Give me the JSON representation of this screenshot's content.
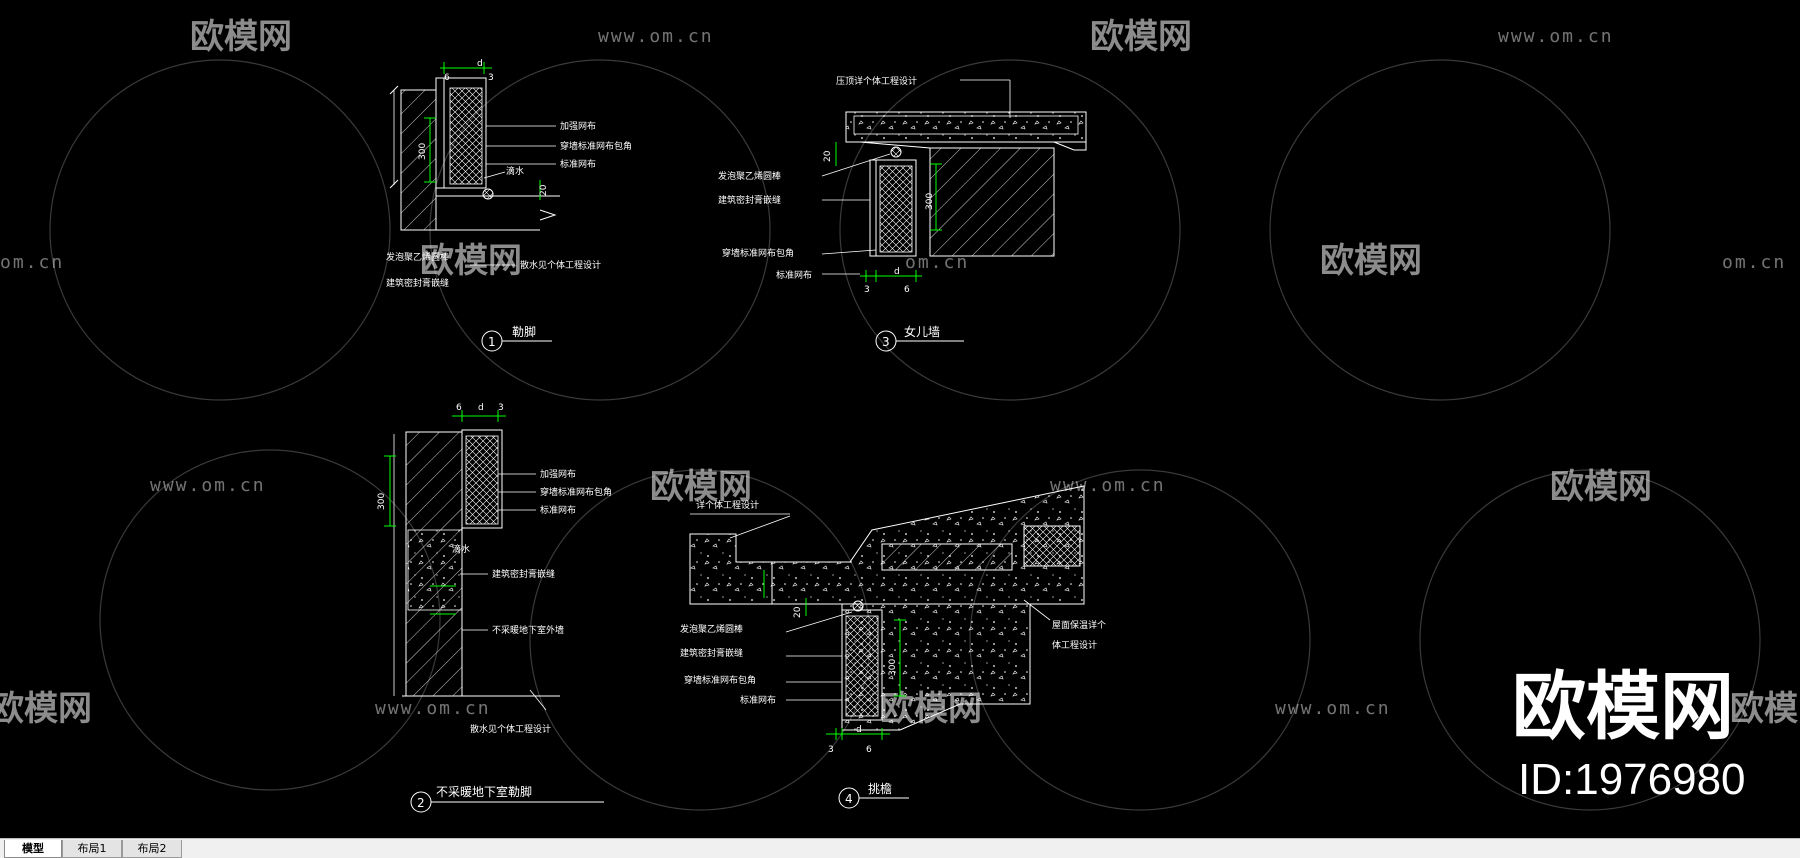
{
  "watermark": {
    "brand_cn": "欧模网",
    "url": "www.om.cn",
    "url_short": "om.cn",
    "brand_large": "欧模网",
    "id_text": "ID:1976980"
  },
  "drawing": {
    "detail1": {
      "number": "1",
      "title": "勒脚",
      "dims": {
        "d": "d",
        "left": "6",
        "right": "3",
        "h300": "300",
        "h20": "20"
      },
      "labels": [
        "加强网布",
        "穿墙标准网布包角",
        "标准网布",
        "滴水",
        "发泡聚乙烯圆棒",
        "建筑密封膏嵌缝",
        "散水见个体工程设计"
      ]
    },
    "detail2": {
      "number": "2",
      "title": "不采暖地下室勒脚",
      "dims": {
        "d": "d",
        "left": "6",
        "right": "3",
        "h300": "300"
      },
      "labels": [
        "加强网布",
        "穿墙标准网布包角",
        "标准网布",
        "滴水",
        "建筑密封膏嵌缝",
        "不采暖地下室外墙",
        "散水见个体工程设计"
      ]
    },
    "detail3": {
      "number": "3",
      "title": "女儿墙",
      "dims": {
        "d": "d",
        "left": "3",
        "right": "6",
        "h300": "300",
        "h20": "20"
      },
      "labels": [
        "压顶详个体工程设计",
        "发泡聚乙烯圆棒",
        "建筑密封膏嵌缝",
        "穿墙标准网布包角",
        "标准网布"
      ]
    },
    "detail4": {
      "number": "4",
      "title": "挑檐",
      "dims": {
        "d": "d",
        "left": "3",
        "right": "6",
        "h300": "300",
        "h20": "20"
      },
      "labels": [
        "详个体工程设计",
        "发泡聚乙烯圆棒",
        "建筑密封膏嵌缝",
        "穿墙标准网布包角",
        "标准网布",
        "屋面保温详个",
        "体工程设计"
      ]
    }
  },
  "tabs": [
    {
      "label": "模型",
      "active": true
    },
    {
      "label": "布局1",
      "active": false
    },
    {
      "label": "布局2",
      "active": false
    }
  ],
  "colors": {
    "background": "#000000",
    "line": "#ffffff",
    "dimension": "#00ff00",
    "tabbar": "#f0f0f0"
  }
}
